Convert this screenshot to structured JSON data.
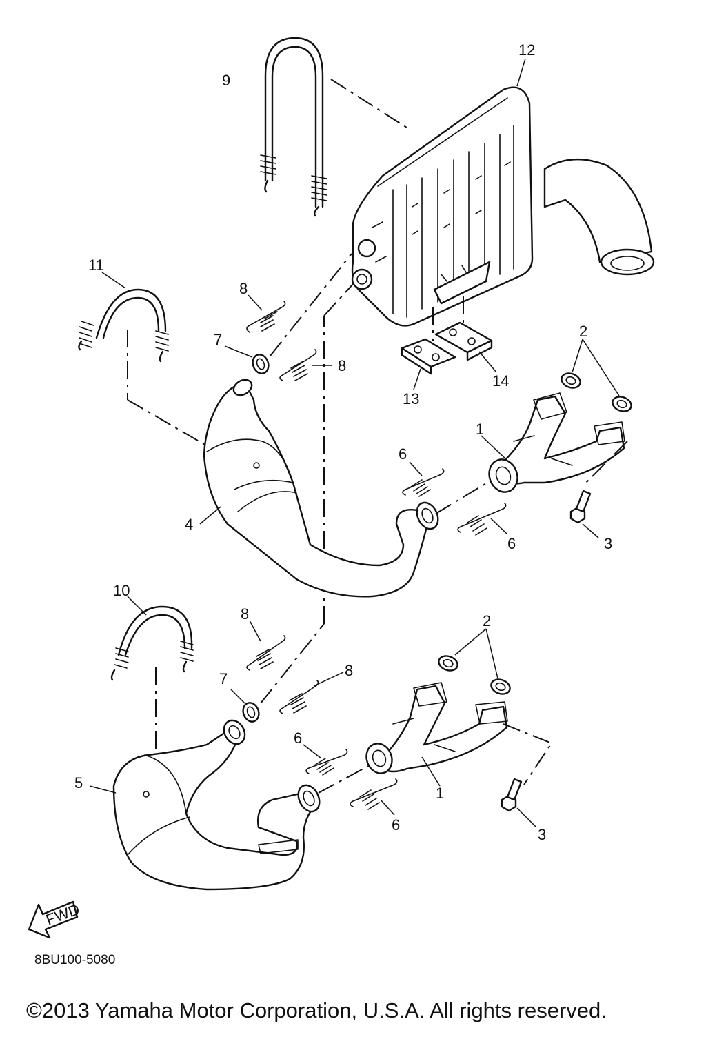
{
  "callouts": {
    "c1a": "1",
    "c1b": "1",
    "c2a": "2",
    "c2b": "2",
    "c3a": "3",
    "c3b": "3",
    "c4": "4",
    "c5": "5",
    "c6a": "6",
    "c6b": "6",
    "c6c": "6",
    "c6d": "6",
    "c7a": "7",
    "c7b": "7",
    "c8a": "8",
    "c8b": "8",
    "c8c": "8",
    "c8d": "8",
    "c9": "9",
    "c10": "10",
    "c11": "11",
    "c12": "12",
    "c13": "13",
    "c14": "14"
  },
  "fwd_label": "FWD",
  "diagram_code": "8BU100-5080",
  "copyright": "©2013 Yamaha Motor Corporation, U.S.A. All rights reserved."
}
